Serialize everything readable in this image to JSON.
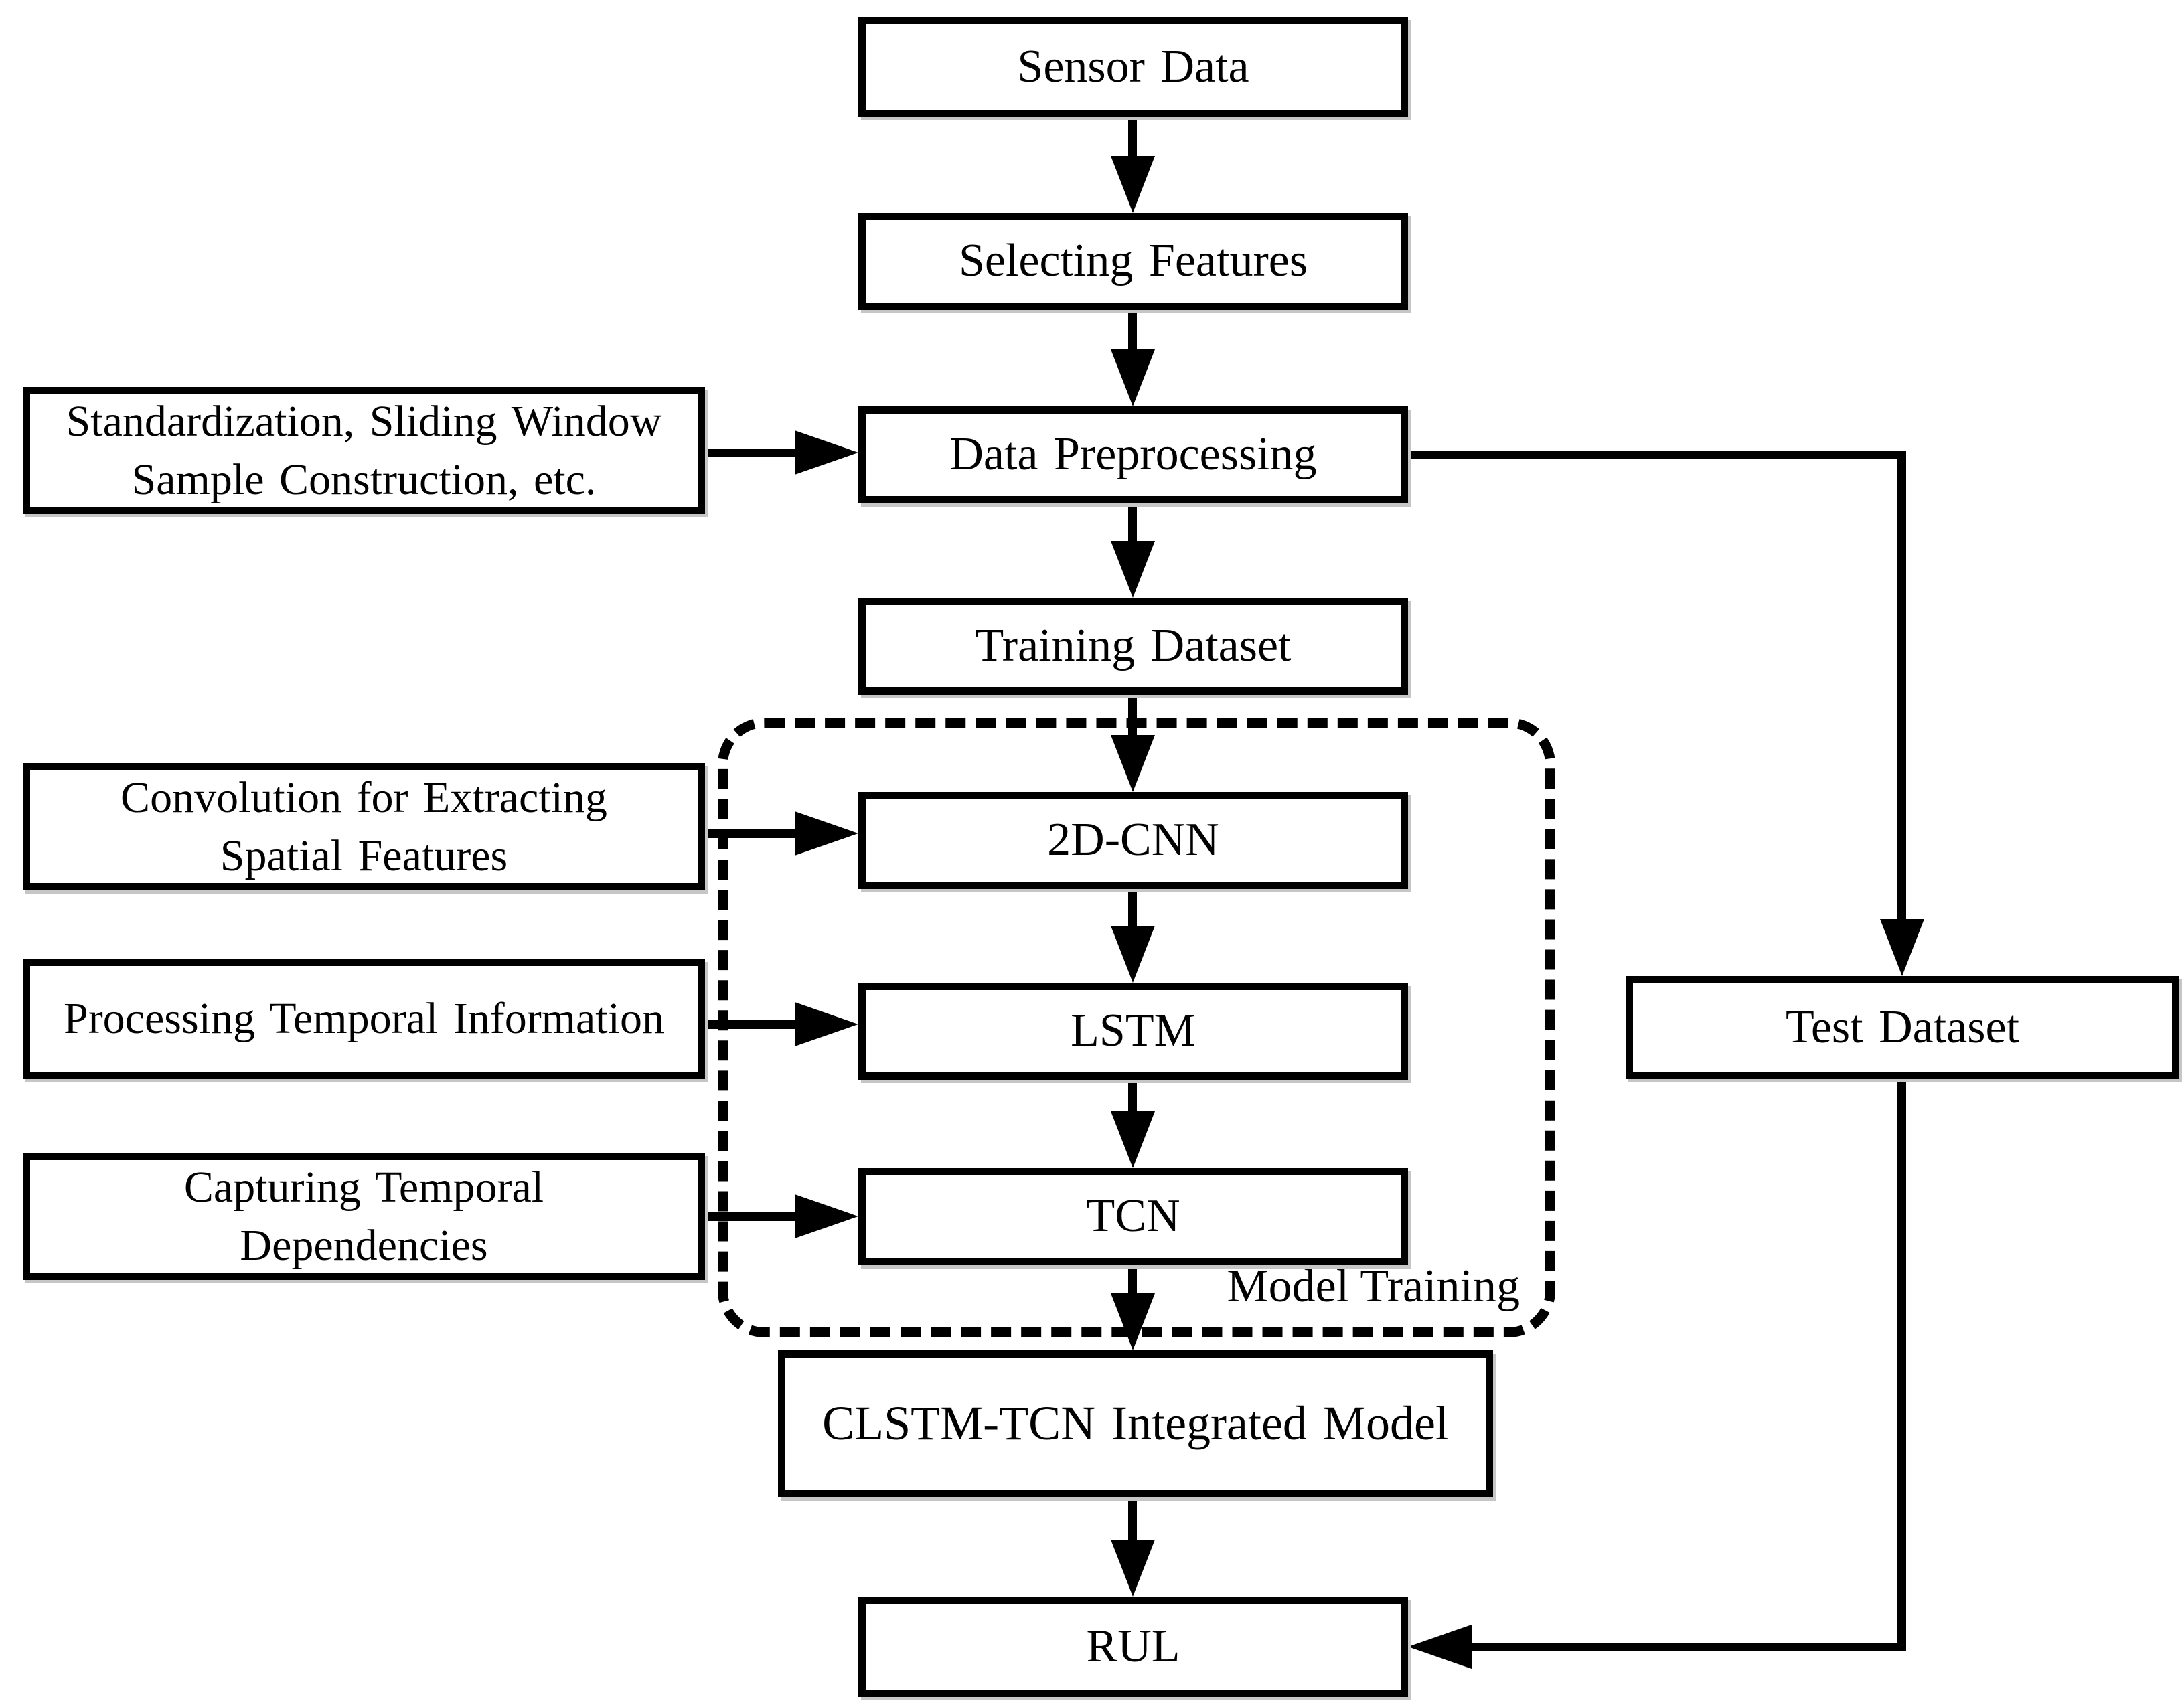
{
  "diagram": {
    "nodes": {
      "sensor_data": "Sensor Data",
      "selecting_features": "Selecting Features",
      "data_preprocessing": "Data Preprocessing",
      "training_dataset": "Training Dataset",
      "cnn_2d": "2D-CNN",
      "lstm": "LSTM",
      "tcn": "TCN",
      "integrated_model": "CLSTM-TCN Integrated Model",
      "rul": "RUL",
      "test_dataset": "Test Dataset"
    },
    "notes": {
      "preprocessing": {
        "line1": "Standardization, Sliding Window",
        "line2": "Sample Construction, etc."
      },
      "cnn": {
        "line1": "Convolution for Extracting",
        "line2": "Spatial Features"
      },
      "lstm": {
        "line1": "Processing Temporal Information"
      },
      "tcn": {
        "line1": "Capturing Temporal",
        "line2": "Dependencies"
      }
    },
    "group": {
      "label": "Model Training"
    },
    "colors": {
      "stroke": "#000000",
      "fill": "#ffffff"
    }
  }
}
